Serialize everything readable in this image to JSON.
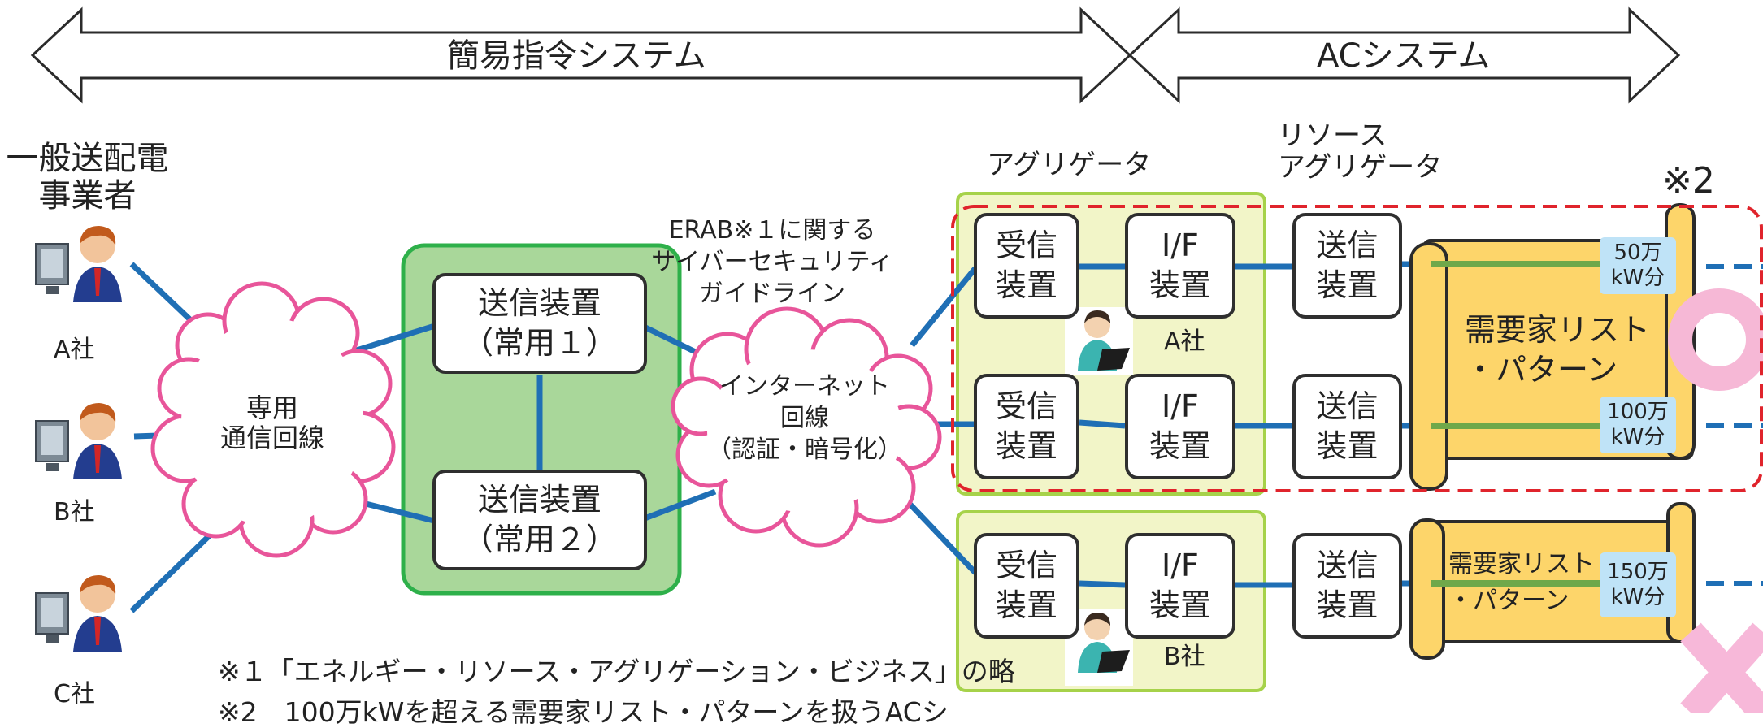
{
  "arrows": {
    "left_label": "簡易指令システム",
    "right_label": "ACシステム"
  },
  "tso": {
    "title_line1": "一般送配電",
    "title_line2": "事業者",
    "companies": [
      "A社",
      "B社",
      "C社"
    ]
  },
  "private_line": {
    "line1": "専用",
    "line2": "通信回線"
  },
  "senders": [
    {
      "line1": "送信装置",
      "line2": "（常用１）"
    },
    {
      "line1": "送信装置",
      "line2": "（常用２）"
    }
  ],
  "guideline": {
    "line1": "ERAB※１に関する",
    "line2": "サイバーセキュリティ",
    "line3": "ガイドライン"
  },
  "internet": {
    "line1": "インターネット",
    "line2": "回線",
    "line3": "（認証・暗号化）"
  },
  "aggregator": {
    "label": "アグリゲータ",
    "companies": [
      "A社",
      "B社"
    ]
  },
  "resource_aggregator": {
    "line1": "リソース",
    "line2": "アグリゲータ"
  },
  "device": {
    "receiver_line1": "受信",
    "receiver_line2": "装置",
    "if_line1": "I/F",
    "if_line2": "装置",
    "send_line1": "送信",
    "send_line2": "装置"
  },
  "mark2": "※2",
  "lists": [
    {
      "line1": "需要家リスト",
      "line2": "・パターン"
    },
    {
      "line1": "需要家リスト",
      "line2": "・パターン"
    }
  ],
  "tags": [
    {
      "line1": "50万",
      "line2": "kW分"
    },
    {
      "line1": "100万",
      "line2": "kW分"
    },
    {
      "line1": "150万",
      "line2": "kW分"
    }
  ],
  "notes": {
    "note1": "※１「エネルギー・リソース・アグリゲーション・ビジネス」の略",
    "note2": "※2　100万kWを超える需要家リスト・パターンを扱うACシ"
  },
  "colors": {
    "link": "#1f6fb5",
    "cloud": "#e8559a",
    "green_fill": "#a9d79a",
    "green_border": "#2eb04a",
    "pale_fill": "#f2f5c8",
    "pale_border": "#a6d24a",
    "scroll_fill": "#fdd56a",
    "dash_red": "#e0242c",
    "circle": "#f6b8d6",
    "cross": "#f7b8d9"
  }
}
